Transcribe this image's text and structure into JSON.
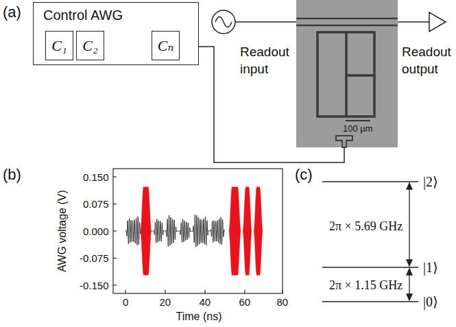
{
  "diagram": {
    "nodes": [
      {
        "text": [
          "Control AWG"
        ]
      },
      {
        "text": [
          "C₁"
        ],
        "in": 0
      },
      {
        "text": [
          "C₂"
        ],
        "in": 0
      },
      {
        "text": [
          "Cₙ"
        ],
        "in": 0
      }
    ],
    "edges": [
      {
        "from": 1,
        "to": 2,
        "arrow": "none"
      },
      {
        "from": 2,
        "to": 3,
        "arrow": "none"
      }
    ],
    "labels": [
      "(a)",
      "Readout input",
      "Readout output",
      "100 µm",
      "(b)",
      "0.150",
      "0.075",
      "0.000",
      "-0.075",
      "-0.150",
      "0",
      "20",
      "40",
      "60",
      "80",
      "AWG voltage (V)",
      "Time (ns)",
      "(c)",
      "|2⟩",
      "|1⟩",
      "|0⟩",
      "2π × 5.69 GHz",
      "2π × 1.15 GHz"
    ]
  }
}
